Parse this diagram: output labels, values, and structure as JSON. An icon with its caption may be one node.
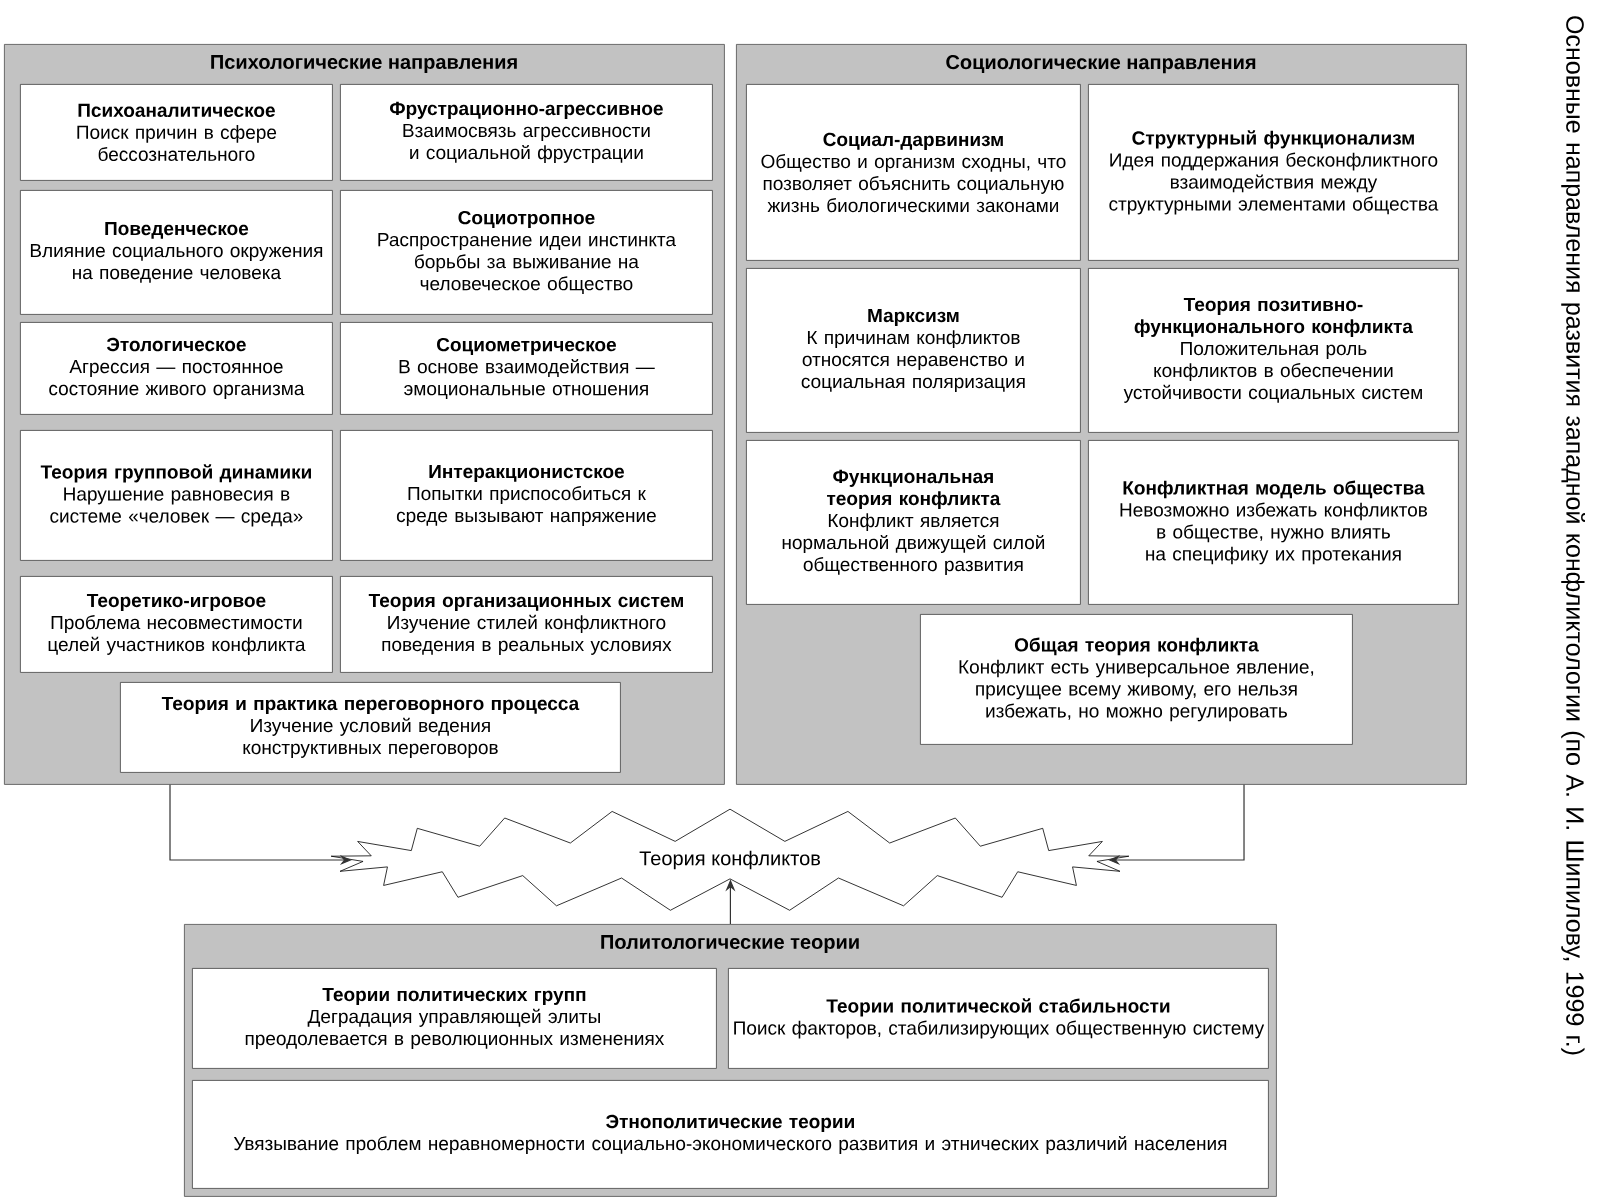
{
  "diagram": {
    "title": "Основные направления развития западной конфликтологии (по А. И. Шипилову, 1999 г.)",
    "nodes": [
      {
        "text": [
          "Психологические направления"
        ]
      },
      {
        "text": [
          "Психоаналитическое",
          "Поиск причин в сфере бессознательного"
        ],
        "in": 0
      },
      {
        "text": [
          "Фрустрационно-агрессивное",
          "Взаимосвязь агрессивности и социальной фрустрации"
        ],
        "in": 0
      },
      {
        "text": [
          "Поведенческое",
          "Влияние социального окружения на поведение человека"
        ],
        "in": 0
      },
      {
        "text": [
          "Социотропное",
          "Распространение идеи инстинкта борьбы за выживание на человеческое общество"
        ],
        "in": 0
      },
      {
        "text": [
          "Этологическое",
          "Агрессия — постоянное состояние живого организма"
        ],
        "in": 0
      },
      {
        "text": [
          "Социометрическое",
          "В основе взаимодействия — эмоциональные отношения"
        ],
        "in": 0
      },
      {
        "text": [
          "Теория групповой динамики",
          "Нарушение равновесия в системе «человек — среда»"
        ],
        "in": 0
      },
      {
        "text": [
          "Интеракционистское",
          "Попытки приспособиться к среде вызывают напряжение"
        ],
        "in": 0
      },
      {
        "text": [
          "Теоретико-игровое",
          "Проблема несовместимости целей участников конфликта"
        ],
        "in": 0
      },
      {
        "text": [
          "Теория организационных систем",
          "Изучение стилей конфликтного поведения в реальных условиях"
        ],
        "in": 0
      },
      {
        "text": [
          "Теория и практика переговорного процесса",
          "Изучение условий ведения конструктивных переговоров"
        ],
        "in": 0
      },
      {
        "text": [
          "Социологические направления"
        ]
      },
      {
        "text": [
          "Социал-дарвинизм",
          "Общество и организм сходны, что позволяет объяснить социальную жизнь биологическими законами"
        ],
        "in": 12
      },
      {
        "text": [
          "Структурный функционализм",
          "Идея поддержания бесконфликтного взаимодействия между структурными элементами общества"
        ],
        "in": 12
      },
      {
        "text": [
          "Марксизм",
          "К причинам конфликтов относятся неравенство и социальная поляризация"
        ],
        "in": 12
      },
      {
        "text": [
          "Теория позитивно-функционального конфликта",
          "Положительная роль конфликтов в обеспечении устойчивости социальных систем"
        ],
        "in": 12
      },
      {
        "text": [
          "Функциональная теория конфликта",
          "Конфликт является нормальной движущей силой общественного развития"
        ],
        "in": 12
      },
      {
        "text": [
          "Конфликтная модель общества",
          "Невозможно избежать конфликтов в обществе, нужно влиять на специфику их протекания"
        ],
        "in": 12
      },
      {
        "text": [
          "Общая теория конфликта",
          "Конфликт есть универсальное явление, присущее всему живому, его нельзя избежать, но можно регулировать"
        ],
        "in": 12
      },
      {
        "text": [
          "Теория конфликтов"
        ]
      },
      {
        "text": [
          "Политологические теории"
        ]
      },
      {
        "text": [
          "Теории политических групп",
          "Деградация управляющей элиты преодолевается в революционных изменениях"
        ],
        "in": 21
      },
      {
        "text": [
          "Теории политической стабильности",
          "Поиск факторов, стабилизирующих общественную систему"
        ],
        "in": 21
      },
      {
        "text": [
          "Этнополитические теории",
          "Увязывание проблем неравномерности социально-экономического развития и этнических различий населения"
        ],
        "in": 21
      }
    ],
    "edges": [
      {
        "from": 0,
        "to": 20,
        "arrow": "to"
      },
      {
        "from": 12,
        "to": 20,
        "arrow": "to"
      },
      {
        "from": 21,
        "to": 20,
        "arrow": "to"
      }
    ]
  }
}
